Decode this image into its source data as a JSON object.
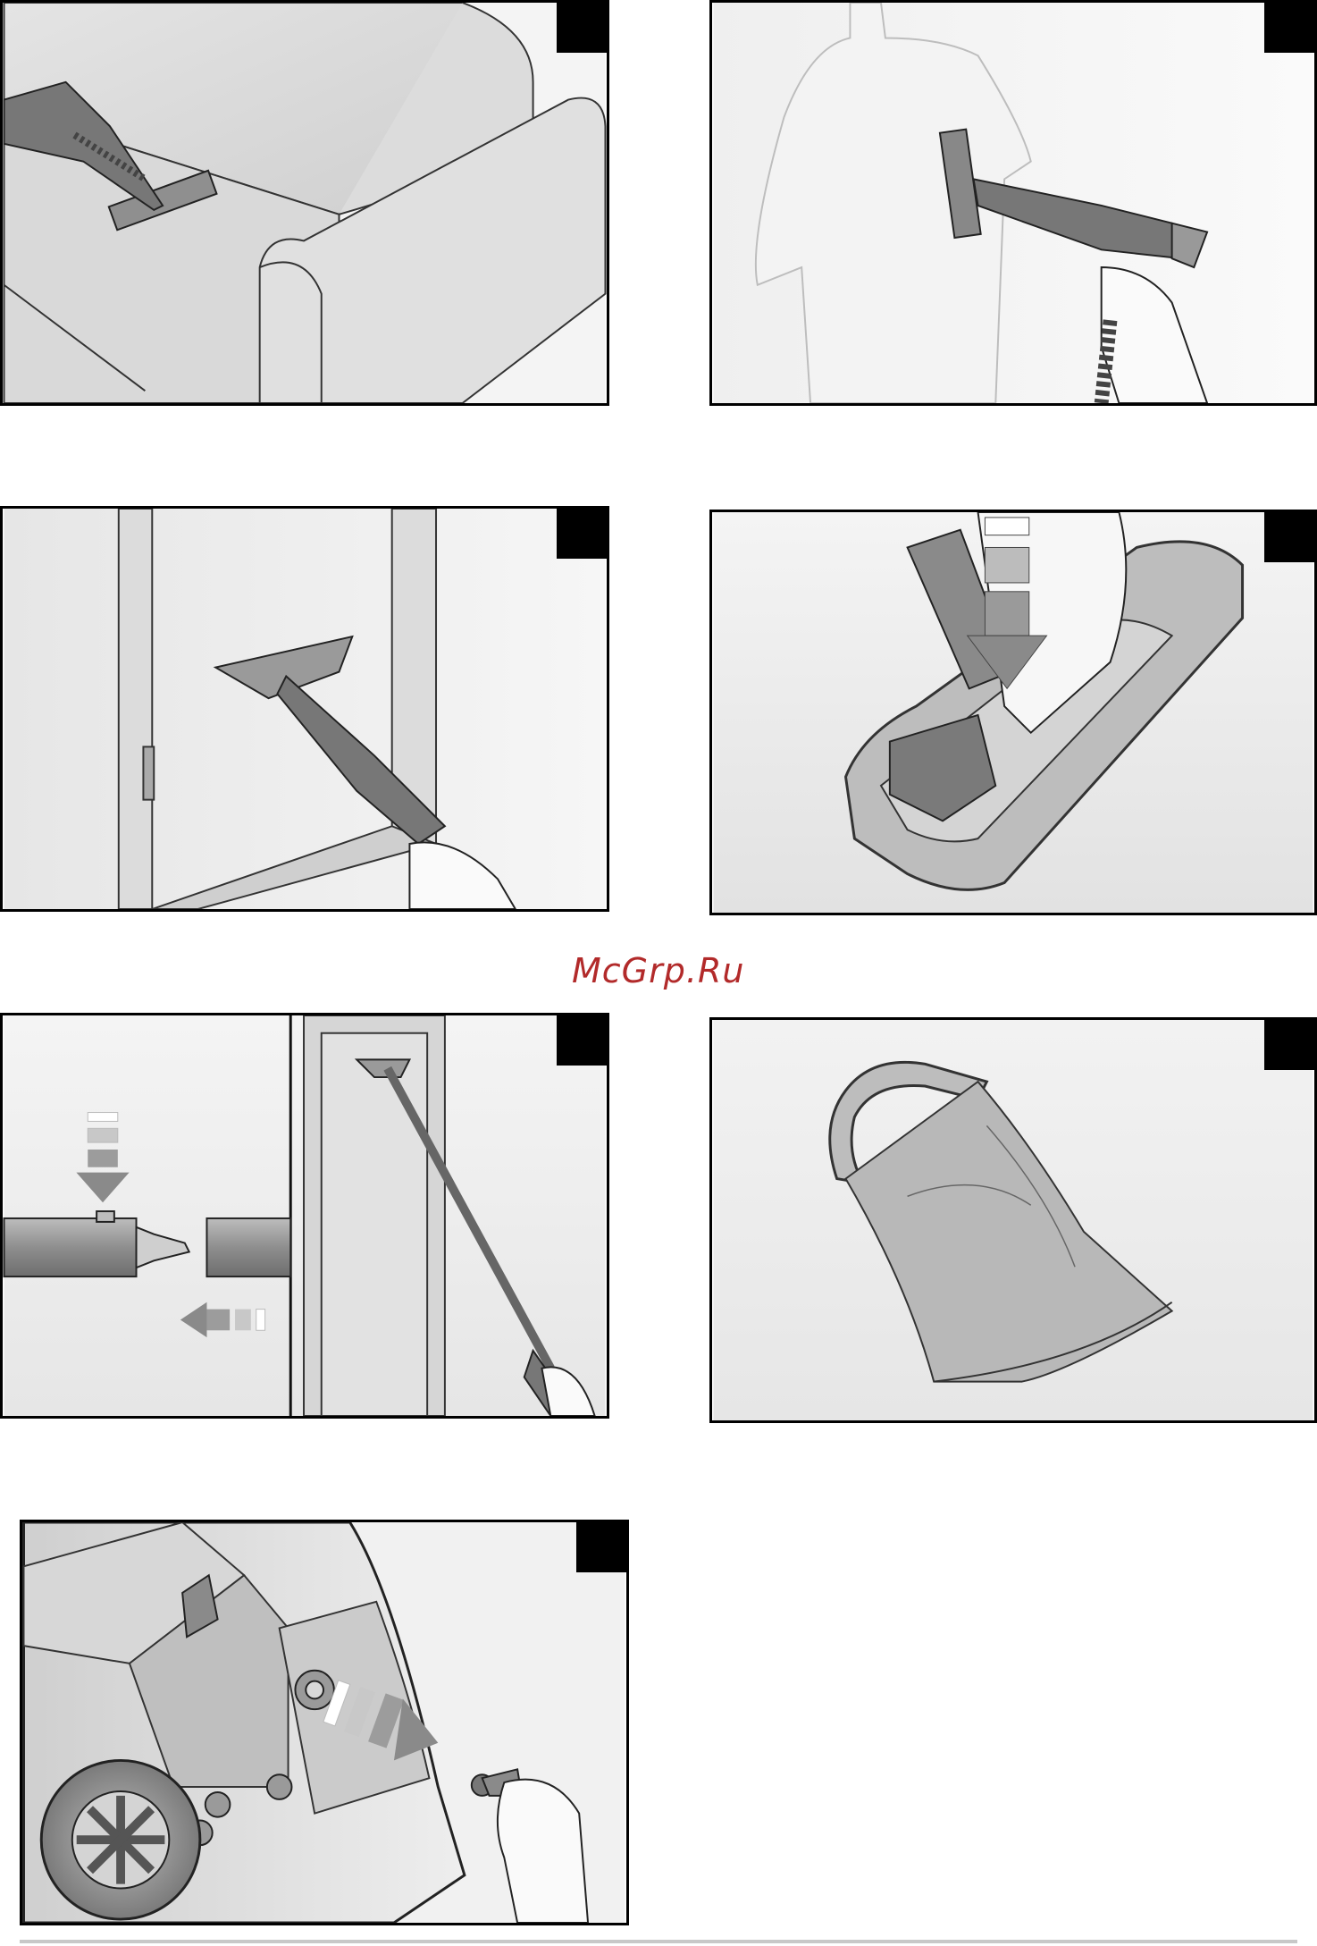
{
  "watermark": {
    "text": "McGrp.Ru",
    "color": "#b22a2a"
  },
  "panels": [
    {
      "id": "panel-1",
      "subject": "steam-brush-on-sofa-icon"
    },
    {
      "id": "panel-2",
      "subject": "steam-brush-on-shirt-icon"
    },
    {
      "id": "panel-3",
      "subject": "window-squeegee-icon"
    },
    {
      "id": "panel-4",
      "subject": "cloth-attachment-icon"
    },
    {
      "id": "panel-5",
      "subject": "extension-tube-connect-icon"
    },
    {
      "id": "panel-6",
      "subject": "cloth-cover-icon"
    },
    {
      "id": "panel-7",
      "subject": "descaling-plug-icon"
    }
  ]
}
